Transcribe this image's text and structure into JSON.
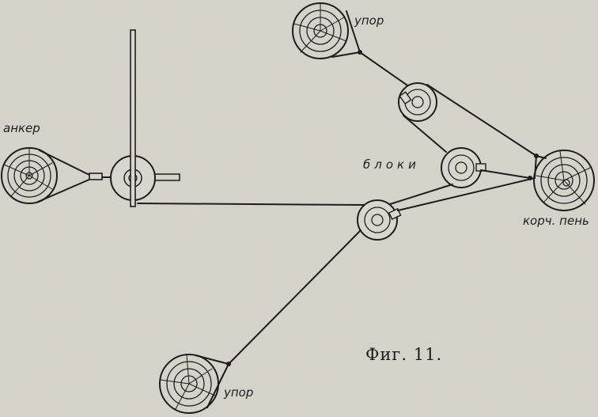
{
  "figure": {
    "caption": "Фиг. 11.",
    "labels": {
      "anchor": "анкер",
      "stop_top": "упор",
      "stop_bottom": "упор",
      "blocks": "блоки",
      "stump": "корч. пень"
    },
    "colors": {
      "paper": "#d9d6cd",
      "ink": "#1d1d1d"
    }
  }
}
